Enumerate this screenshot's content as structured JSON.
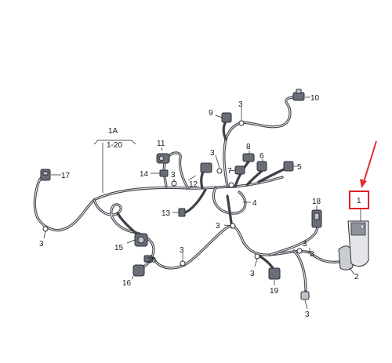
{
  "labels": {
    "l1": "1",
    "l1a": "1A",
    "l1_20": "1-20",
    "l2": "2",
    "l3a": "3",
    "l3b": "3",
    "l3c": "3",
    "l3d": "3",
    "l3e": "3",
    "l3f": "3",
    "l3g": "3",
    "l3h": "3",
    "l3i": "3",
    "l3j": "3",
    "l4": "4",
    "l5": "5",
    "l6": "6",
    "l7": "7",
    "l8": "8",
    "l9": "9",
    "l10": "10",
    "l11": "11",
    "l12": "12",
    "l13": "13",
    "l14": "14",
    "l15": "15",
    "l16": "16",
    "l17": "17",
    "l18": "18",
    "l19": "19",
    "l20": "20"
  },
  "colors": {
    "highlight_box": "#e02020",
    "arrow": "#e03030",
    "harness": "#3d4047"
  },
  "icons": {
    "pointer": "red-arrow-icon",
    "highlight": "red-highlight-box"
  }
}
